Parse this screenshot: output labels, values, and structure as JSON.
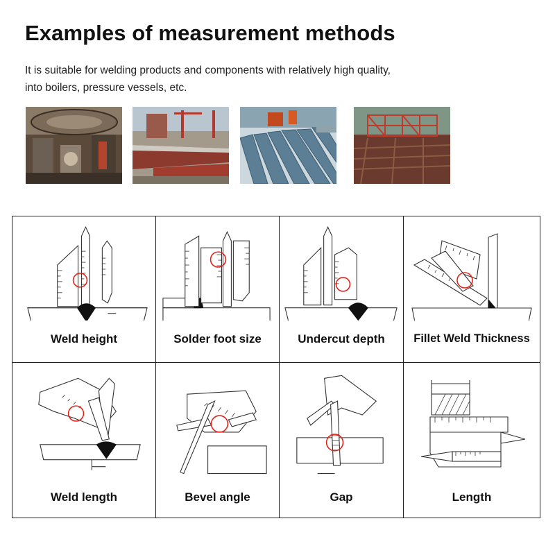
{
  "header": {
    "title": "Examples of measurement methods",
    "subtitle_line1": "It is suitable for welding products and components with relatively high quality,",
    "subtitle_line2": "into boilers, pressure vessels, etc."
  },
  "photos": [
    {
      "name": "boiler-photo"
    },
    {
      "name": "shipyard-photo"
    },
    {
      "name": "pipes-photo"
    },
    {
      "name": "steel-structure-photo"
    }
  ],
  "methods": [
    {
      "label": "Weld height"
    },
    {
      "label": "Solder foot size"
    },
    {
      "label": "Undercut depth"
    },
    {
      "label": "Fillet Weld Thickness"
    },
    {
      "label": "Weld length"
    },
    {
      "label": "Bevel angle"
    },
    {
      "label": "Gap"
    },
    {
      "label": "Length"
    }
  ],
  "colors": {
    "highlight_circle": "#e2231a",
    "line_art": "#333333",
    "border": "#222222"
  }
}
